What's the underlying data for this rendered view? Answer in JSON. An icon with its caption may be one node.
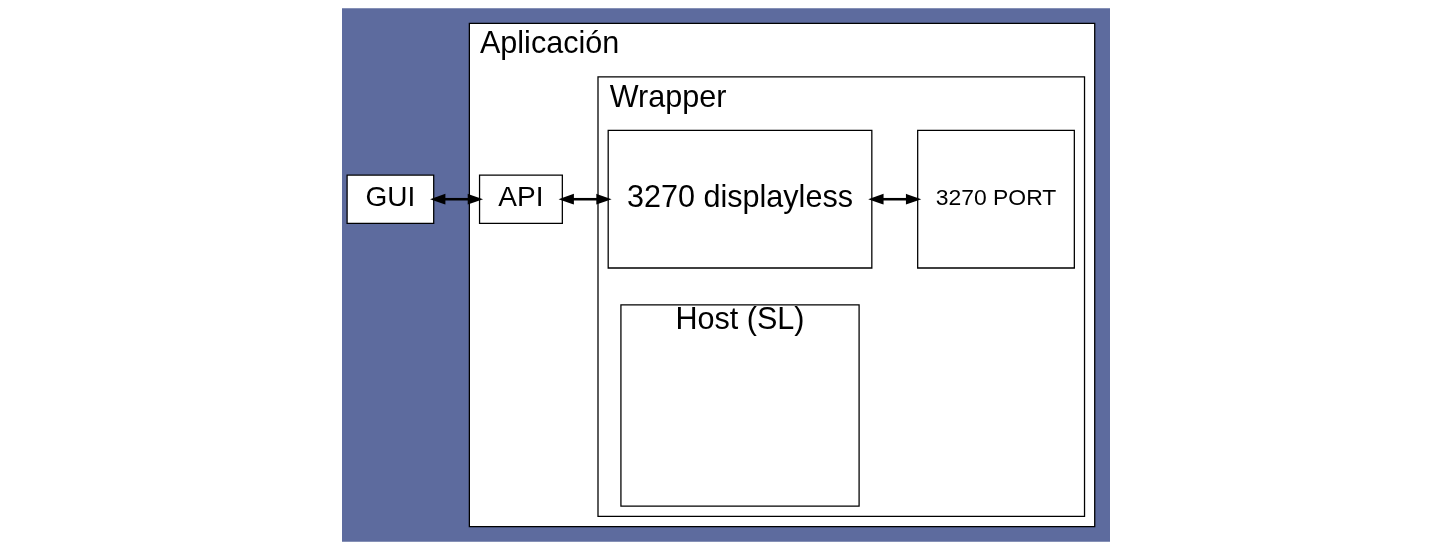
{
  "diagram": {
    "nodes": [
      {
        "text": [
          "Aplicación"
        ]
      },
      {
        "text": [
          "GUI"
        ]
      },
      {
        "text": [
          "Wrapper"
        ],
        "in": 0
      },
      {
        "text": [
          "API"
        ],
        "in": 0
      },
      {
        "text": [
          "3270 displayless"
        ],
        "in": 2
      },
      {
        "text": [
          "Host (SL)"
        ],
        "in": 2
      },
      {
        "text": [
          "3270 PORT"
        ],
        "in": 2
      }
    ],
    "edges": [
      {
        "from": 1,
        "to": 3,
        "arrow": "both"
      },
      {
        "from": 3,
        "to": 4,
        "arrow": "both"
      },
      {
        "from": 4,
        "to": 6,
        "arrow": "both"
      }
    ]
  }
}
